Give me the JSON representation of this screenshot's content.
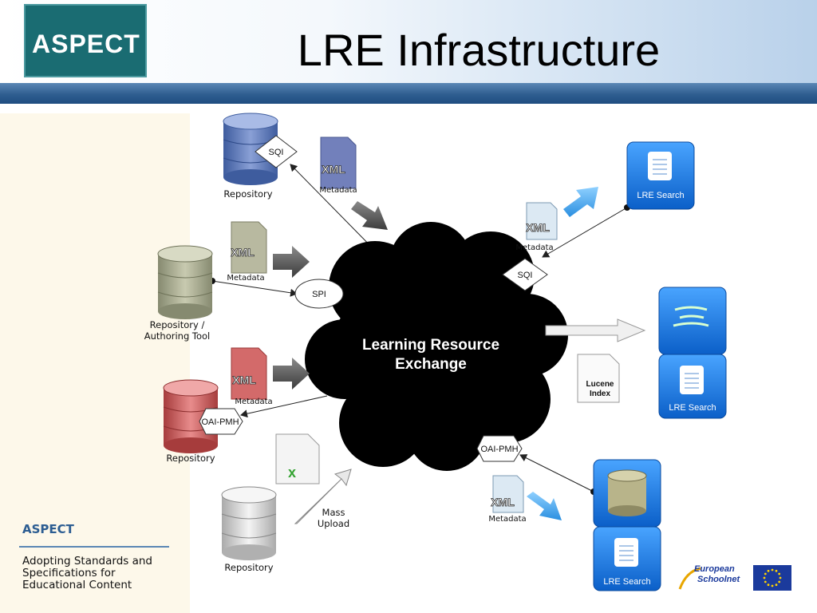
{
  "header": {
    "logo_text": "ASPECT",
    "title": "LRE Infrastructure"
  },
  "sidebar": {
    "title": "ASPECT",
    "description": "Adopting Standards and Specifications for Educational Content"
  },
  "diagram": {
    "center_label_line1": "Learning Resource",
    "center_label_line2": "Exchange",
    "repo_top_label": "Repository",
    "repo_authoring_label_line1": "Repository /",
    "repo_authoring_label_line2": "Authoring Tool",
    "repo_red_label": "Repository",
    "repo_bottom_label": "Repository",
    "metadata_label": "Metadata",
    "xml_label": "XML",
    "sqi_label": "SQI",
    "spi_label": "SPI",
    "oai_label": "OAI-PMH",
    "mass_upload_line1": "Mass",
    "mass_upload_line2": "Upload",
    "lre_search_label": "LRE Search",
    "lucene_line1": "Lucene",
    "lucene_line2": "Index"
  },
  "footer": {
    "partner_logo_line1": "European",
    "partner_logo_line2": "Schoolnet"
  },
  "colors": {
    "header_band": "#2f5e90",
    "sidebar_bg": "#fdf8ea",
    "accent_blue": "#2c5d92",
    "tile_blue": "#1570d8",
    "cloud": "#000000"
  }
}
